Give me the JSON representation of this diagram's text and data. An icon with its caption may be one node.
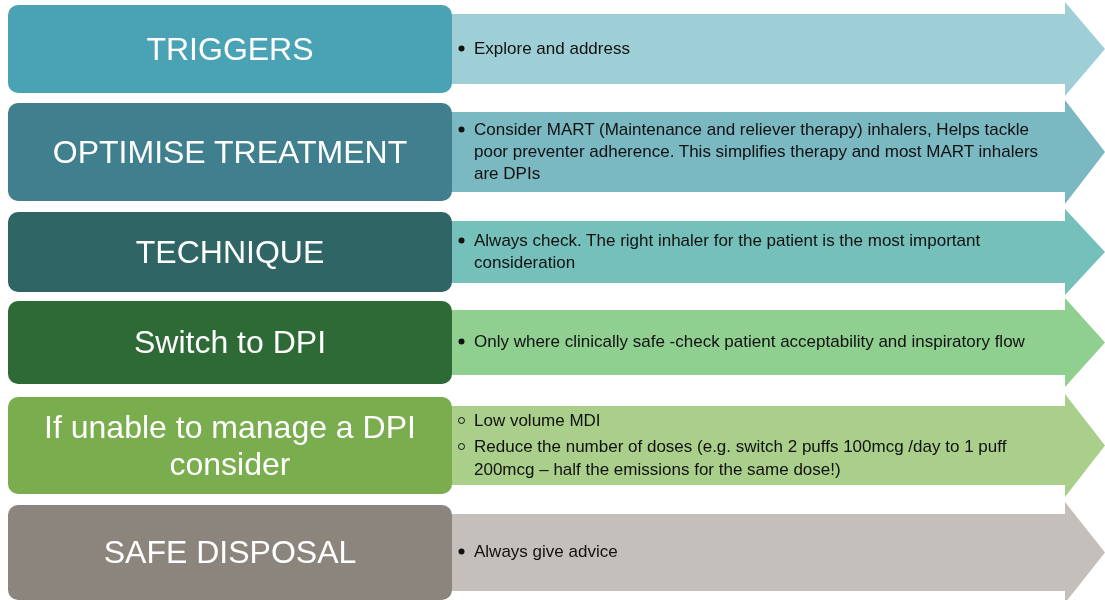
{
  "diagram": {
    "nodes": [
      {
        "text": [
          "TRIGGERS"
        ]
      },
      {
        "text": [
          "Explore and address"
        ]
      },
      {
        "text": [
          "OPTIMISE TREATMENT"
        ]
      },
      {
        "text": [
          "Consider MART (Maintenance and reliever therapy) inhalers, Helps tackle poor preventer adherence. This simplifies therapy and most MART inhalers are DPIs"
        ]
      },
      {
        "text": [
          "TECHNIQUE"
        ]
      },
      {
        "text": [
          "Always check.  The right inhaler for the patient is the most important consideration"
        ]
      },
      {
        "text": [
          "Switch to DPI"
        ]
      },
      {
        "text": [
          "Only where clinically safe -check patient acceptability and inspiratory flow"
        ]
      },
      {
        "text": [
          "If unable to manage a DPI consider"
        ]
      },
      {
        "text": [
          "Low volume MDI",
          "Reduce the number of doses (e.g. switch 2 puffs 100mcg /day to 1 puff 200mcg – half the emissions for the same dose!)"
        ]
      },
      {
        "text": [
          "SAFE DISPOSAL"
        ]
      },
      {
        "text": [
          "Always give advice"
        ]
      }
    ]
  }
}
